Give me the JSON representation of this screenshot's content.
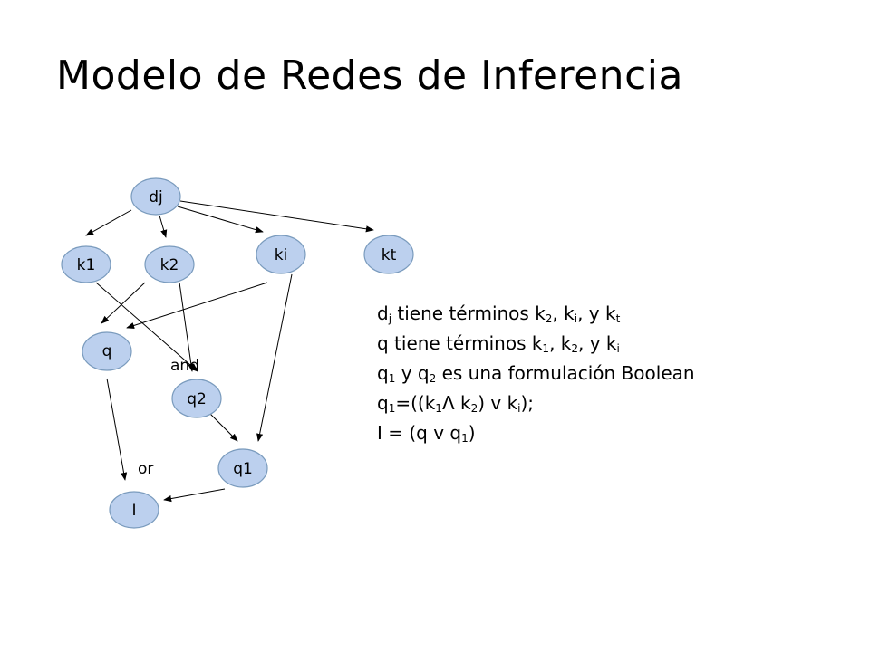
{
  "title": "Modelo de Redes de Inferencia",
  "colors": {
    "node_fill": "#bcd0ee",
    "node_stroke": "#7a9bbd"
  },
  "nodes": [
    {
      "id": "dj",
      "label": "dj"
    },
    {
      "id": "k1",
      "label": "k1"
    },
    {
      "id": "k2",
      "label": "k2"
    },
    {
      "id": "ki",
      "label": "ki"
    },
    {
      "id": "kt",
      "label": "kt"
    },
    {
      "id": "q",
      "label": "q"
    },
    {
      "id": "q2",
      "label": "q2"
    },
    {
      "id": "q1",
      "label": "q1"
    },
    {
      "id": "I",
      "label": "I"
    }
  ],
  "edges": [
    {
      "from": "dj",
      "to": "k1"
    },
    {
      "from": "dj",
      "to": "k2"
    },
    {
      "from": "dj",
      "to": "ki"
    },
    {
      "from": "dj",
      "to": "kt"
    },
    {
      "from": "k1",
      "to": "q2"
    },
    {
      "from": "k2",
      "to": "q"
    },
    {
      "from": "k2",
      "to": "q2"
    },
    {
      "from": "ki",
      "to": "q"
    },
    {
      "from": "ki",
      "to": "q1"
    },
    {
      "from": "q2",
      "to": "q1"
    },
    {
      "from": "q",
      "to": "I"
    },
    {
      "from": "q1",
      "to": "I"
    }
  ],
  "operators": {
    "and": "and",
    "or": "or"
  },
  "description": {
    "line1": {
      "d": "d",
      "d_sub": "j",
      "text1": " tiene términos k",
      "s1": "2",
      "text2": ", k",
      "s2": "i",
      "text3": ", y k",
      "s3": "t"
    },
    "line2": {
      "text1": "q tiene términos k",
      "s1": "1",
      "text2": ", k",
      "s2": "2",
      "text3": ", y k",
      "s3": "i"
    },
    "line3": {
      "q": "q",
      "s1": "1",
      "text1": " y q",
      "s2": "2",
      "text2": " es una formulación Boolean"
    },
    "line4": {
      "q": "q",
      "s1": "1",
      "text1": "=((k",
      "s2": "1",
      "op": "Λ",
      "text2": " k",
      "s3": "2",
      "text3": ") v k",
      "s4": "i",
      "text4": ");"
    },
    "line5": {
      "text1": "I = (q v q",
      "s1": "1",
      "text2": ")"
    }
  }
}
